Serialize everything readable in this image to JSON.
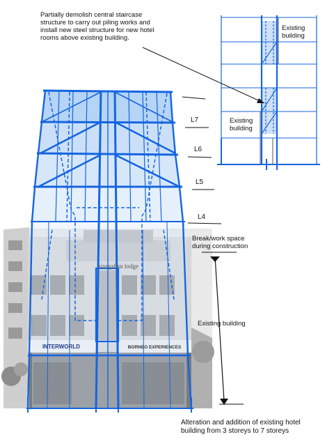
{
  "note": {
    "line1": "Partially demolish central staircase",
    "line2": "structure to carry out piling works and",
    "line3": "install new steel structure for new hotel",
    "line4": "rooms above existing building."
  },
  "inset": {
    "top_label_1": "Existing",
    "top_label_2": "building",
    "mid_label_1": "Existing",
    "mid_label_2": "building"
  },
  "levels": {
    "l7": "L7",
    "l6": "L6",
    "l5": "L5",
    "l4": "L4"
  },
  "annotations": {
    "break_1": "Break/work space",
    "break_2": "during construction",
    "existing": "Existing building"
  },
  "caption": {
    "line1": "Alteration and addition of existing hotel",
    "line2": "building from 3 storeys to 7 storeys"
  },
  "signs": {
    "hotel_sign": "sinsgahan lodge",
    "interworld": "INTERWORLD",
    "borneo": "BORNEO EXPERIENCES"
  },
  "colors": {
    "steel_blue": "#1565e0",
    "fill_blue": "#9ec5f2",
    "photo_grey": "#b9b9b9"
  }
}
